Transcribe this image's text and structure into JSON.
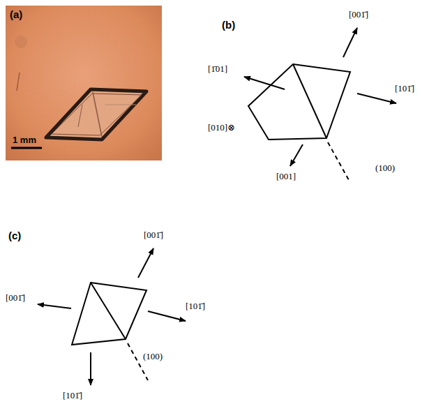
{
  "diagram": {
    "labels": [
      "(a)",
      "1 mm",
      "(b)",
      "[001̄]",
      "[1̄01]",
      "[101̄]",
      "[010]⊗",
      "[001]",
      "(100)",
      "(c)",
      "[001̄]",
      "[001̄]",
      "[101̄]",
      "(100)",
      "[101̄]"
    ]
  }
}
